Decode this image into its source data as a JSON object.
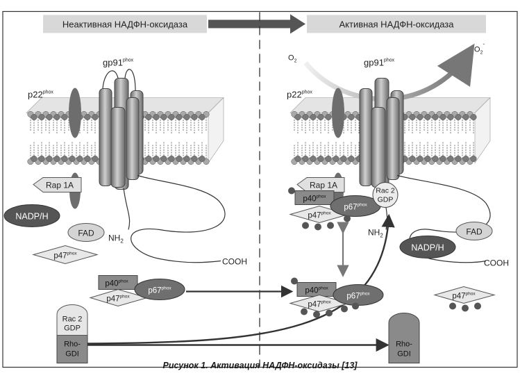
{
  "header": {
    "left_title": "Неактивная НАДФН-оксидаза",
    "right_title": "Активная НАДФН-оксидаза"
  },
  "labels": {
    "gp91": "gp91",
    "p22": "p22",
    "phox": "phox",
    "rap1a": "Rap 1A",
    "nadph": "NADP/H",
    "fad": "FAD",
    "p47": "p47",
    "p40": "p40",
    "p67": "p67",
    "rac2": "Rac 2",
    "gdp": "GDP",
    "rho": "Rho-",
    "gdi": "GDI",
    "nh2": "NH",
    "nh2_sub": "2",
    "cooh": "COOH",
    "o2": "O",
    "o2_sub": "2",
    "o2_minus_sup": "·",
    "o2_minus_charge": "-"
  },
  "caption": "Рисунок 1. Активация НАДФН-оксидазы [13]",
  "colors": {
    "header_bg": "#d8d8d8",
    "dark_gray": "#5a5a5a",
    "mid_gray": "#8c8c8c",
    "light_gray": "#c8c8c8",
    "pale": "#e6e6e6",
    "ink": "#222222"
  }
}
